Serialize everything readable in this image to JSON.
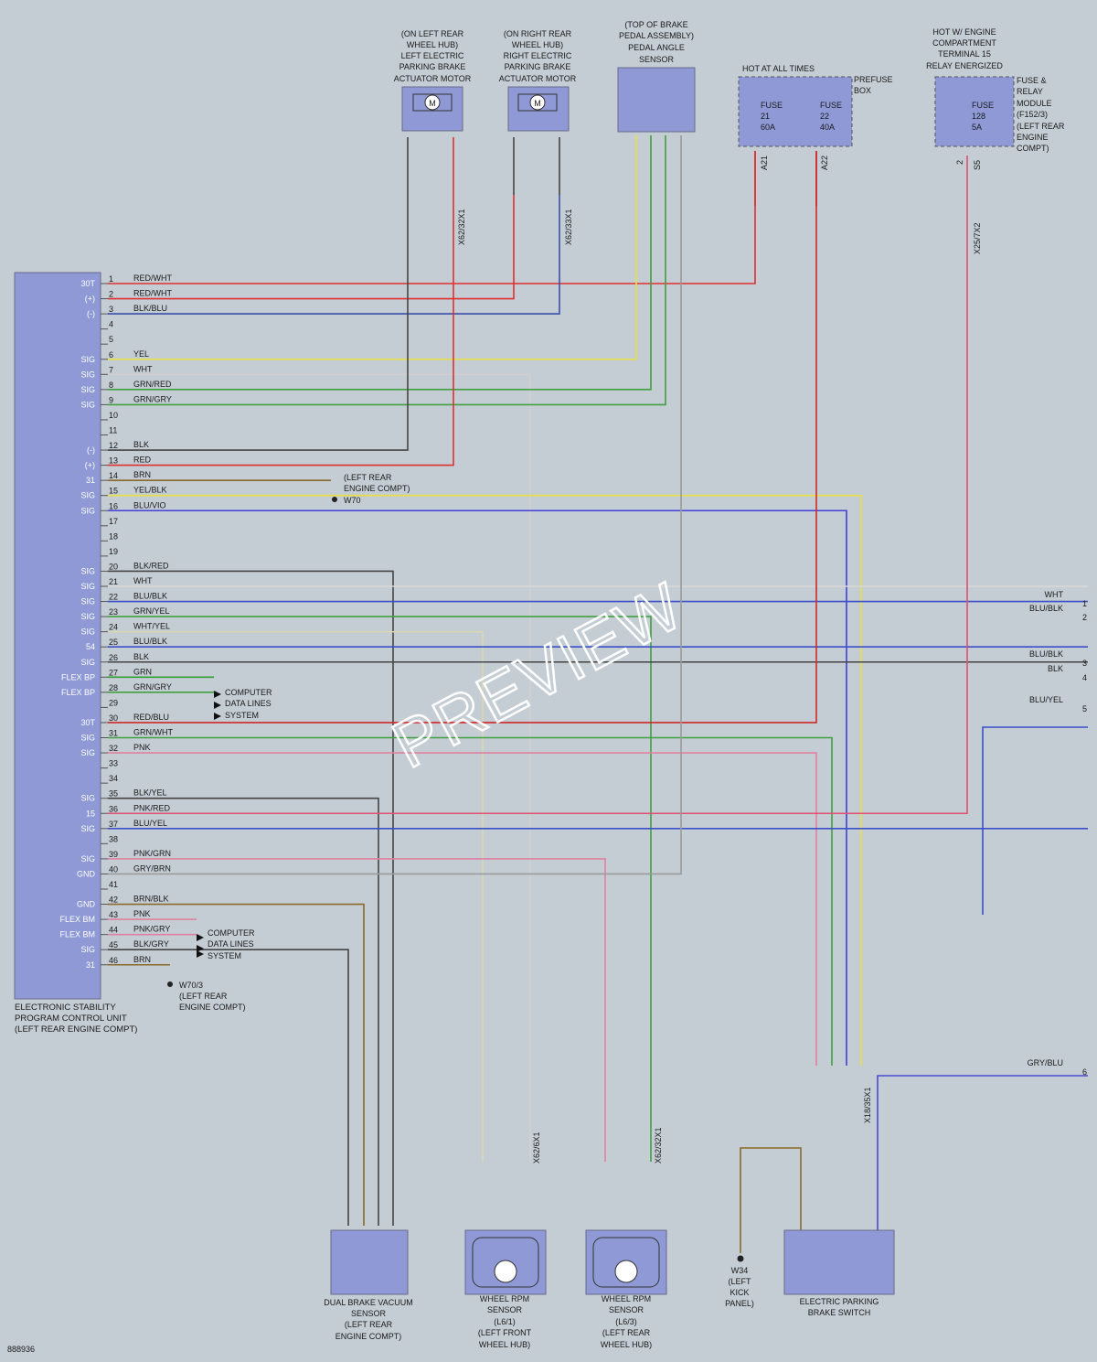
{
  "diagram_id": "888936",
  "watermark": "PREVIEW",
  "ecu": {
    "title_lines": [
      "ELECTRONIC STABILITY",
      "PROGRAM CONTROL UNIT",
      "(LEFT REAR ENGINE COMPT)"
    ],
    "pins": [
      {
        "n": "1",
        "fn": "30T",
        "wire": "RED/WHT",
        "color": "#e03030"
      },
      {
        "n": "2",
        "fn": "(+)",
        "wire": "RED/WHT",
        "color": "#e03030"
      },
      {
        "n": "3",
        "fn": "(-)",
        "wire": "BLK/BLU",
        "color": "#3a4fa8"
      },
      {
        "n": "4",
        "fn": "",
        "wire": "",
        "color": ""
      },
      {
        "n": "5",
        "fn": "",
        "wire": "",
        "color": ""
      },
      {
        "n": "6",
        "fn": "SIG",
        "wire": "YEL",
        "color": "#e8e040"
      },
      {
        "n": "7",
        "fn": "SIG",
        "wire": "WHT",
        "color": "#d8d8d8"
      },
      {
        "n": "8",
        "fn": "SIG",
        "wire": "GRN/RED",
        "color": "#40a040"
      },
      {
        "n": "9",
        "fn": "SIG",
        "wire": "GRN/GRY",
        "color": "#40a040"
      },
      {
        "n": "10",
        "fn": "",
        "wire": "",
        "color": ""
      },
      {
        "n": "11",
        "fn": "",
        "wire": "",
        "color": ""
      },
      {
        "n": "12",
        "fn": "(-)",
        "wire": "BLK",
        "color": "#444444"
      },
      {
        "n": "13",
        "fn": "(+)",
        "wire": "RED",
        "color": "#e03030"
      },
      {
        "n": "14",
        "fn": "31",
        "wire": "BRN",
        "color": "#8a6a2a"
      },
      {
        "n": "15",
        "fn": "SIG",
        "wire": "YEL/BLK",
        "color": "#e8e040"
      },
      {
        "n": "16",
        "fn": "SIG",
        "wire": "BLU/VIO",
        "color": "#4040d8"
      },
      {
        "n": "17",
        "fn": "",
        "wire": "",
        "color": ""
      },
      {
        "n": "18",
        "fn": "",
        "wire": "",
        "color": ""
      },
      {
        "n": "19",
        "fn": "",
        "wire": "",
        "color": ""
      },
      {
        "n": "20",
        "fn": "SIG",
        "wire": "BLK/RED",
        "color": "#444444"
      },
      {
        "n": "21",
        "fn": "SIG",
        "wire": "WHT",
        "color": "#d8d8d8"
      },
      {
        "n": "22",
        "fn": "SIG",
        "wire": "BLU/BLK",
        "color": "#3a4fc8"
      },
      {
        "n": "23",
        "fn": "SIG",
        "wire": "GRN/YEL",
        "color": "#40a040"
      },
      {
        "n": "24",
        "fn": "SIG",
        "wire": "WHT/YEL",
        "color": "#d8d8b0"
      },
      {
        "n": "25",
        "fn": "54",
        "wire": "BLU/BLK",
        "color": "#3a4fc8"
      },
      {
        "n": "26",
        "fn": "SIG",
        "wire": "BLK",
        "color": "#444444"
      },
      {
        "n": "27",
        "fn": "FLEX BP",
        "wire": "GRN",
        "color": "#30a030"
      },
      {
        "n": "28",
        "fn": "FLEX BP",
        "wire": "GRN/GRY",
        "color": "#40a040"
      },
      {
        "n": "29",
        "fn": "",
        "wire": "",
        "color": ""
      },
      {
        "n": "30",
        "fn": "30T",
        "wire": "RED/BLU",
        "color": "#d02828"
      },
      {
        "n": "31",
        "fn": "SIG",
        "wire": "GRN/WHT",
        "color": "#40a040"
      },
      {
        "n": "32",
        "fn": "SIG",
        "wire": "PNK",
        "color": "#e080a0"
      },
      {
        "n": "33",
        "fn": "",
        "wire": "",
        "color": ""
      },
      {
        "n": "34",
        "fn": "",
        "wire": "",
        "color": ""
      },
      {
        "n": "35",
        "fn": "SIG",
        "wire": "BLK/YEL",
        "color": "#444444"
      },
      {
        "n": "36",
        "fn": "15",
        "wire": "PNK/RED",
        "color": "#e05070"
      },
      {
        "n": "37",
        "fn": "SIG",
        "wire": "BLU/YEL",
        "color": "#3a4fc8"
      },
      {
        "n": "38",
        "fn": "",
        "wire": "",
        "color": ""
      },
      {
        "n": "39",
        "fn": "SIG",
        "wire": "PNK/GRN",
        "color": "#e080a0"
      },
      {
        "n": "40",
        "fn": "GND",
        "wire": "GRY/BRN",
        "color": "#9a9a9a"
      },
      {
        "n": "41",
        "fn": "",
        "wire": "",
        "color": ""
      },
      {
        "n": "42",
        "fn": "GND",
        "wire": "BRN/BLK",
        "color": "#8a6a2a"
      },
      {
        "n": "43",
        "fn": "FLEX BM",
        "wire": "PNK",
        "color": "#e080a0"
      },
      {
        "n": "44",
        "fn": "FLEX BM",
        "wire": "PNK/GRY",
        "color": "#e080a0"
      },
      {
        "n": "45",
        "fn": "SIG",
        "wire": "BLK/GRY",
        "color": "#444444"
      },
      {
        "n": "46",
        "fn": "31",
        "wire": "BRN",
        "color": "#8a6a2a"
      }
    ]
  },
  "components": {
    "left_motor": [
      "(ON LEFT REAR",
      "WHEEL HUB)",
      "LEFT ELECTRIC",
      "PARKING BRAKE",
      "ACTUATOR MOTOR"
    ],
    "right_motor": [
      "(ON RIGHT REAR",
      "WHEEL HUB)",
      "RIGHT ELECTRIC",
      "PARKING BRAKE",
      "ACTUATOR MOTOR"
    ],
    "pedal_sensor": [
      "(TOP OF BRAKE",
      "PEDAL ASSEMBLY)",
      "PEDAL ANGLE",
      "SENSOR"
    ],
    "prefuse": {
      "hot_label": "HOT AT ALL TIMES",
      "box_label": [
        "PREFUSE",
        "BOX"
      ],
      "fuse_a": [
        "FUSE",
        "21",
        "60A"
      ],
      "fuse_b": [
        "FUSE",
        "22",
        "40A"
      ],
      "pin_a": "A21",
      "pin_b": "A22"
    },
    "relay_module": {
      "hot_label": [
        "HOT W/ ENGINE",
        "COMPARTMENT",
        "TERMINAL 15",
        "RELAY ENERGIZED"
      ],
      "fuse": [
        "FUSE",
        "128",
        "5A"
      ],
      "label": [
        "FUSE &",
        "RELAY",
        "MODULE",
        "(F152/3)",
        "(LEFT REAR",
        "ENGINE",
        "COMPT)"
      ],
      "pin": "S5",
      "pin_n": "2"
    },
    "vacuum_sensor": [
      "DUAL BRAKE VACUUM",
      "SENSOR",
      "(LEFT REAR",
      "ENGINE COMPT)"
    ],
    "wheel_front": [
      "WHEEL RPM",
      "SENSOR",
      "(L6/1)",
      "(LEFT FRONT",
      "WHEEL HUB)"
    ],
    "wheel_rear": [
      "WHEEL RPM",
      "SENSOR",
      "(L6/3)",
      "(LEFT REAR",
      "WHEEL HUB)"
    ],
    "kick_panel": [
      "W34",
      "(LEFT",
      "KICK",
      "PANEL)"
    ],
    "epb_switch": [
      "ELECTRIC PARKING",
      "BRAKE SWITCH"
    ],
    "ground_w70": [
      "(LEFT REAR",
      "ENGINE COMPT)",
      "W70"
    ],
    "ground_w703": [
      "W70/3",
      "(LEFT REAR",
      "ENGINE COMPT)"
    ],
    "data_lines": [
      "COMPUTER",
      "DATA LINES",
      "SYSTEM"
    ]
  },
  "connectors": {
    "x62_32": "X62/32X1",
    "x62_33": "X62/33X1",
    "x25_7": "X25/7X2",
    "x18_35": "X18/35X1",
    "x62_6": "X62/6X1",
    "x62_32b": "X62/32X1"
  },
  "right_edge": [
    {
      "wire": "WHT",
      "n": "1"
    },
    {
      "wire": "BLU/BLK",
      "n": "2"
    },
    {
      "wire": "BLU/BLK",
      "n": "3"
    },
    {
      "wire": "BLK",
      "n": "4"
    },
    {
      "wire": "BLU/YEL",
      "n": "5"
    },
    {
      "wire": "GRY/BLU",
      "n": "6"
    }
  ]
}
